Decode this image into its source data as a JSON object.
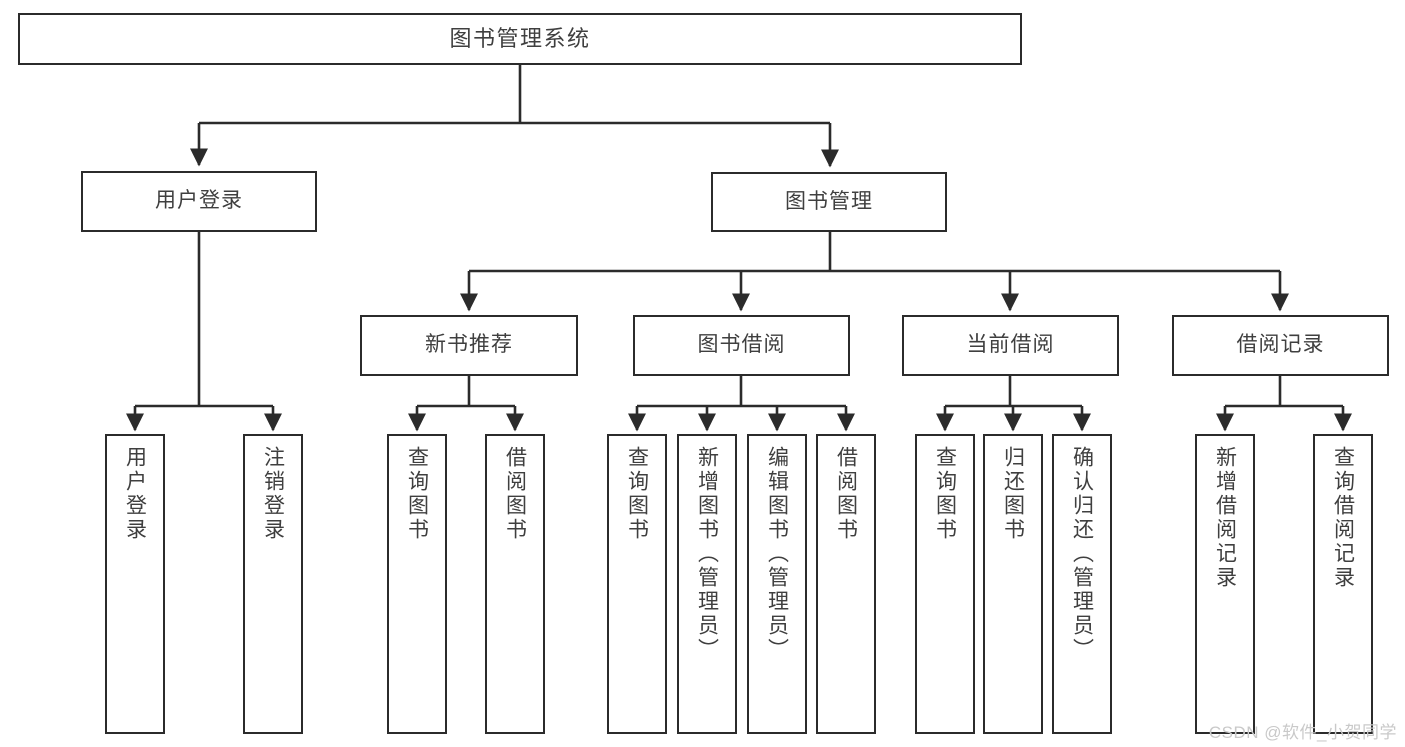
{
  "diagram": {
    "type": "tree",
    "title": "图书管理系统",
    "watermark": "CSDN @软件_小贺同学",
    "style": {
      "background": "#ffffff",
      "box_border": "#2b2b2b",
      "box_fill": "#ffffff",
      "text_color": "#3f3f3f",
      "edge_color": "#2b2b2b",
      "watermark_color": "#c9c9c9"
    },
    "root": {
      "label": "图书管理系统"
    },
    "level2": [
      {
        "label": "用户登录"
      },
      {
        "label": "图书管理"
      }
    ],
    "level3": [
      {
        "label": "新书推荐"
      },
      {
        "label": "图书借阅"
      },
      {
        "label": "当前借阅"
      },
      {
        "label": "借阅记录"
      }
    ],
    "leaves": {
      "user_login": [
        {
          "label": "用户登录"
        },
        {
          "label": "注销登录"
        }
      ],
      "new_book_recommend": [
        {
          "label": "查询图书"
        },
        {
          "label": "借阅图书"
        }
      ],
      "book_borrow": [
        {
          "label": "查询图书"
        },
        {
          "label": "新增图书（管理员）"
        },
        {
          "label": "编辑图书（管理员）"
        },
        {
          "label": "借阅图书"
        }
      ],
      "current_borrow": [
        {
          "label": "查询图书"
        },
        {
          "label": "归还图书"
        },
        {
          "label": "确认归还（管理员）"
        }
      ],
      "borrow_record": [
        {
          "label": "新增借阅记录"
        },
        {
          "label": "查询借阅记录"
        }
      ]
    }
  }
}
